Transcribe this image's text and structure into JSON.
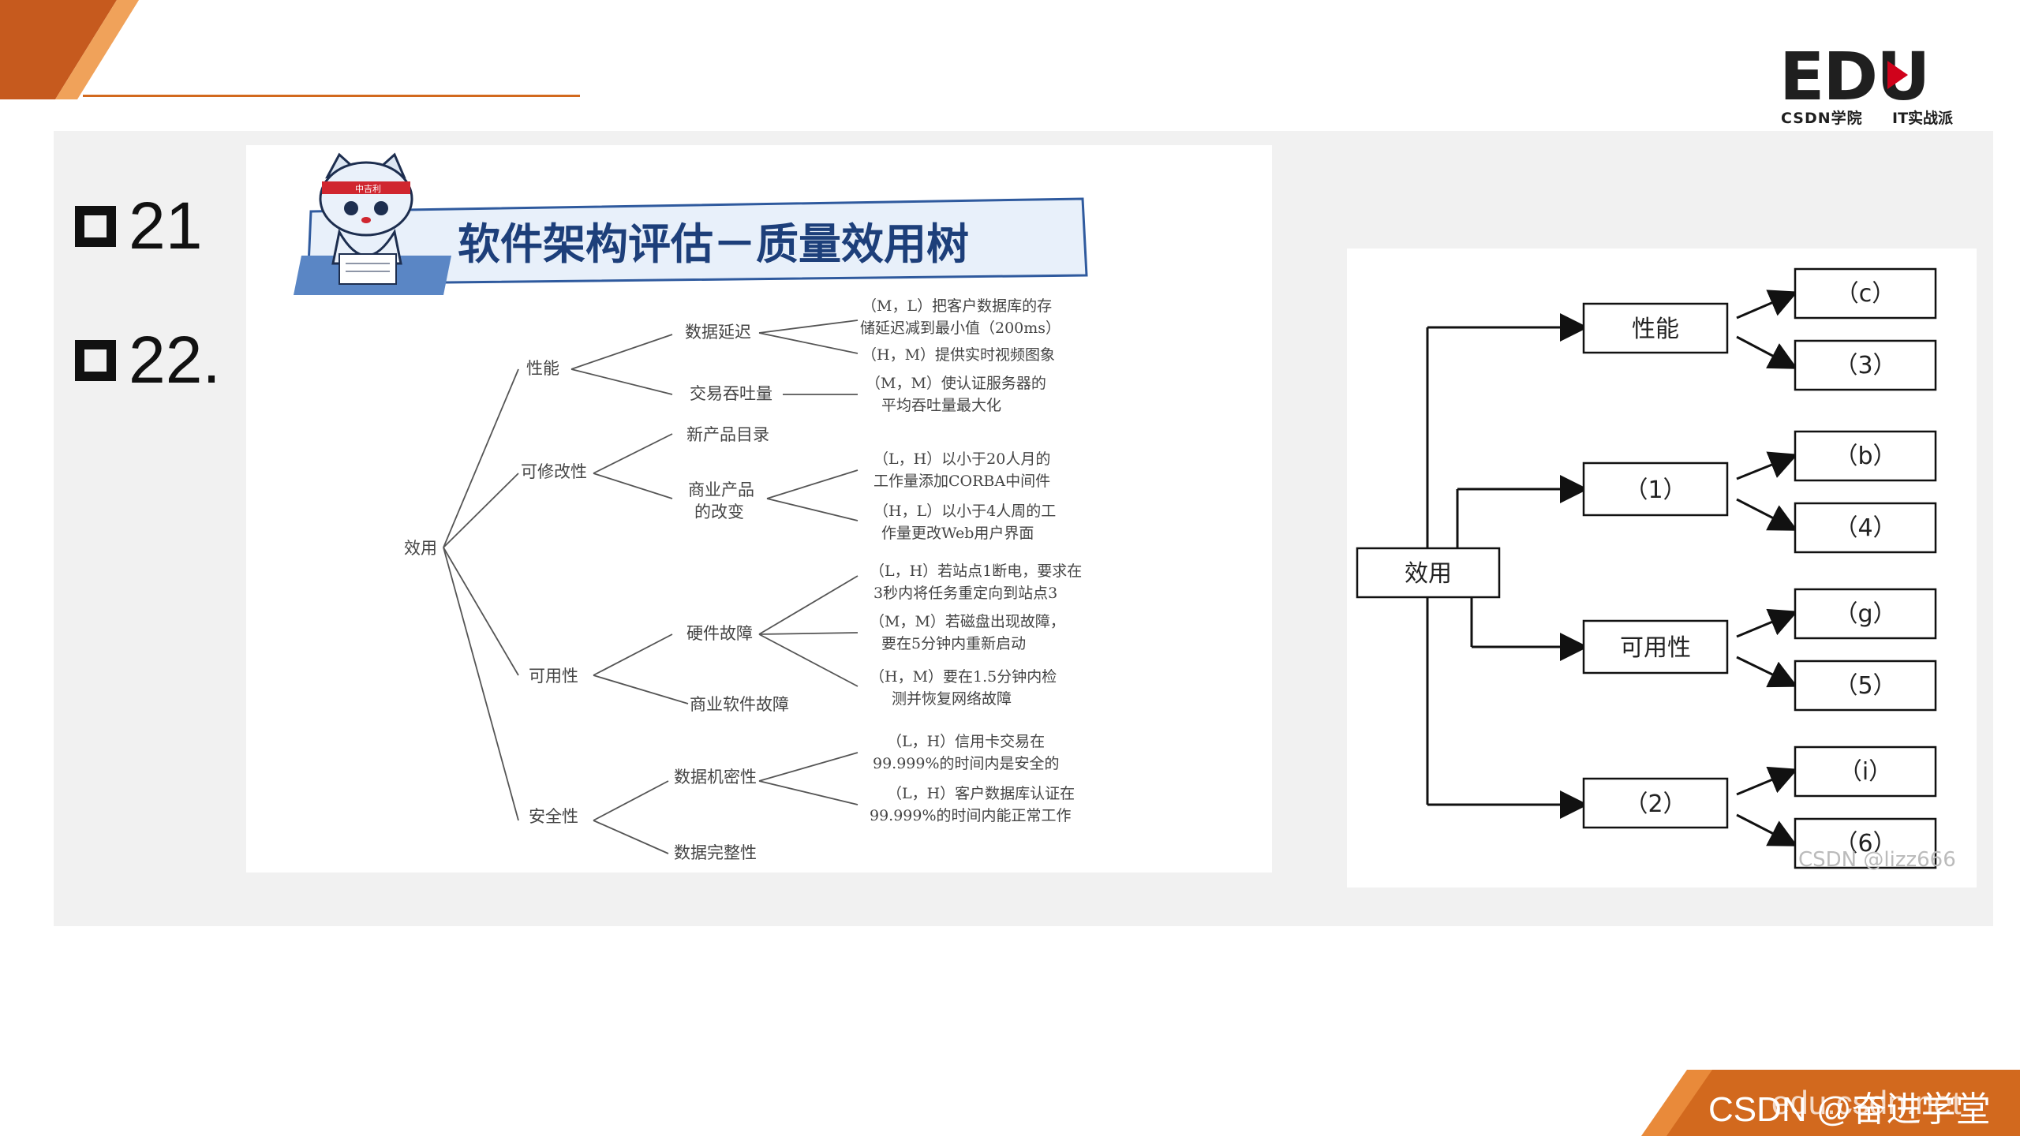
{
  "logo": {
    "mark": "EDU",
    "sub_left": "CSDN学院",
    "sub_right": "IT实战派"
  },
  "questions": [
    {
      "label": "21"
    },
    {
      "label": "22."
    }
  ],
  "left_figure": {
    "title": "软件架构评估－质量效用树",
    "mascot_headband": "中吉利",
    "root": "效用",
    "categories": [
      {
        "label": "性能",
        "scenarios_group": [
          {
            "label": "数据延迟",
            "scenarios": [
              "（M，L）把客户数据库的存",
              "储延迟减到最小值（200ms）",
              "（H，M）提供实时视频图象"
            ]
          },
          {
            "label": "交易吞吐量",
            "scenarios": [
              "（M，M）使认证服务器的",
              "平均吞吐量最大化"
            ]
          }
        ]
      },
      {
        "label": "可修改性",
        "scenarios_group": [
          {
            "label": "新产品目录",
            "scenarios": []
          },
          {
            "label": "商业产品",
            "label2": "的改变",
            "scenarios": [
              "（L，H）以小于20人月的",
              "工作量添加CORBA中间件",
              "（H，L）以小于4人周的工",
              "作量更改Web用户界面"
            ]
          }
        ]
      },
      {
        "label": "可用性",
        "scenarios_group": [
          {
            "label": "硬件故障",
            "scenarios": [
              "（L，H）若站点1断电，要求在",
              "3秒内将任务重定向到站点3",
              "（M，M）若磁盘出现故障，",
              "要在5分钟内重新启动",
              "（H，M）要在1.5分钟内检",
              "测并恢复网络故障"
            ]
          },
          {
            "label": "商业软件故障",
            "scenarios": []
          }
        ]
      },
      {
        "label": "安全性",
        "scenarios_group": [
          {
            "label": "数据机密性",
            "scenarios": [
              "（L，H）信用卡交易在",
              "99.999%的时间内是安全的",
              "（L，H）客户数据库认证在",
              "99.999%的时间内能正常工作"
            ]
          },
          {
            "label": "数据完整性",
            "scenarios": []
          }
        ]
      }
    ]
  },
  "right_figure": {
    "root": "效用",
    "level2": [
      "性能",
      "（1）",
      "可用性",
      "（2）"
    ],
    "leaves": [
      "（c）",
      "（3）",
      "（b）",
      "（4）",
      "（g）",
      "（5）",
      "（i）",
      "（6）"
    ],
    "watermark": "CSDN @lizz666"
  },
  "footer": {
    "text_a": "CSDN @奋进学堂",
    "text_b": "edu.csdn.net"
  },
  "colors": {
    "accent_orange": "#d2691e",
    "corner_dark": "#c65a1e",
    "corner_light": "#f0a25a",
    "logo_red": "#d0021b"
  }
}
